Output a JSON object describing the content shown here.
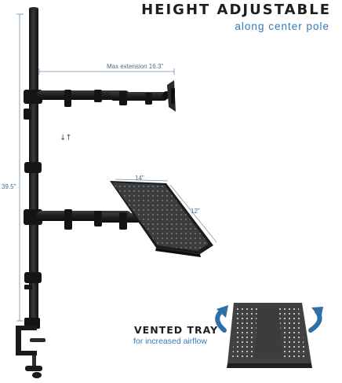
{
  "header": {
    "title": "HEIGHT ADJUSTABLE",
    "subtitle": "along center pole"
  },
  "dimensions": {
    "max_extension": "Max extension 16.3\"",
    "pole_height": "39.5\"",
    "tray_width": "14\"",
    "tray_depth": "12\""
  },
  "adjust_arrow_glyph": "↓↑",
  "tray_callout": {
    "title": "VENTED TRAY",
    "subtitle": "for increased airflow"
  },
  "colors": {
    "accent_blue": "#3579b8",
    "dimension_blue": "#4a6f8f",
    "metal_black": "#1b1b1b",
    "tray_gray": "#3f4143",
    "text_dark": "#1e1e1e"
  },
  "icons": [
    "swivel-arrow-icon",
    "swivel-arrow-icon"
  ]
}
